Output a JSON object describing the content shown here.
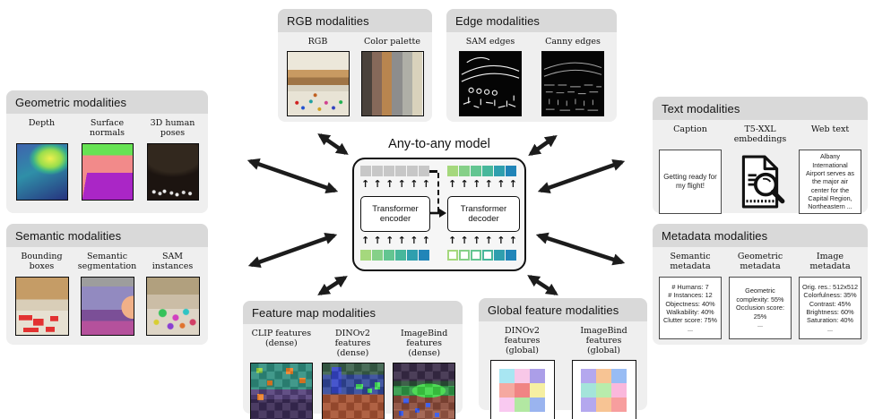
{
  "center": {
    "title": "Any-to-any model",
    "encoder_label": "Transformer\nencoder",
    "decoder_label": "Transformer\ndecoder",
    "tokens": {
      "masked_color": "#c7c7c7",
      "gradient": [
        "#a5d87d",
        "#85d088",
        "#63c591",
        "#47b79b",
        "#2f9fae",
        "#2185b8"
      ],
      "rows": [
        {
          "name": "enc-top",
          "cells": [
            "m",
            "m",
            "m",
            "m",
            "m",
            "m"
          ]
        },
        {
          "name": "dec-top",
          "cells": [
            "c0",
            "c1",
            "c2",
            "c3",
            "c4",
            "c5"
          ]
        },
        {
          "name": "enc-bottom",
          "cells": [
            "c0",
            "c1",
            "c2",
            "c3",
            "c4",
            "c5"
          ]
        },
        {
          "name": "dec-bottom",
          "cells": [
            "o0",
            "o1",
            "o2",
            "o3",
            "c4",
            "c5"
          ]
        }
      ]
    }
  },
  "boxes": {
    "geometric": {
      "title": "Geometric modalities",
      "items": [
        "Depth",
        "Surface\nnormals",
        "3D human\nposes"
      ]
    },
    "semantic": {
      "title": "Semantic modalities",
      "items": [
        "Bounding\nboxes",
        "Semantic\nsegmentation",
        "SAM\ninstances"
      ]
    },
    "rgb": {
      "title": "RGB modalities",
      "items": [
        "RGB",
        "Color palette"
      ],
      "palette": [
        "#4a423c",
        "#86695a",
        "#b8854f",
        "#8d8d8d",
        "#afafa7",
        "#d9d2bc"
      ]
    },
    "edge": {
      "title": "Edge modalities",
      "items": [
        "SAM edges",
        "Canny edges"
      ]
    },
    "text": {
      "title": "Text modalities",
      "items": [
        "Caption",
        "T5-XXL\nembeddings",
        "Web text"
      ],
      "caption_text": "Getting ready for\nmy flight!",
      "web_text": "Albany\nInternational\nAirport serves as\nthe major air\ncenter for the\nCapital Region,\nNortheastern ..."
    },
    "metadata": {
      "title": "Metadata modalities",
      "items": [
        "Semantic\nmetadata",
        "Geometric\nmetadata",
        "Image\nmetadata"
      ],
      "semantic_text": "# Humans: 7\n# Instances: 12\nObjectness: 40%\nWalkability: 40%\nClutter score: 75%\n...",
      "geometric_text": "Geometric\ncomplexity: 55%\nOcclusion score:\n25%\n...",
      "image_text": "Orig. res.: 512x512\nColorfulness: 35%\nContrast: 45%\nBrightness: 60%\nSaturation: 40%\n..."
    },
    "featuremap": {
      "title": "Feature map modalities",
      "items": [
        "CLIP features\n(dense)",
        "DINOv2\nfeatures\n(dense)",
        "ImageBind\nfeatures\n(dense)"
      ]
    },
    "globalfeat": {
      "title": "Global feature modalities",
      "items": [
        "DINOv2\nfeatures\n(global)",
        "ImageBind\nfeatures\n(global)"
      ],
      "grids": {
        "dinov2": [
          "#a8e6f2",
          "#f8c8e8",
          "#ab9ee8",
          "#f5a8a0",
          "#f08484",
          "#f6efa2",
          "#f9c9f0",
          "#b2e8a2",
          "#9ab4ef"
        ],
        "imagebind": [
          "#b4a8ee",
          "#f7c494",
          "#98bcf4",
          "#a4e4da",
          "#b8ecac",
          "#fab8dc",
          "#b4a8ee",
          "#f7c494",
          "#f79e9e"
        ]
      }
    }
  }
}
